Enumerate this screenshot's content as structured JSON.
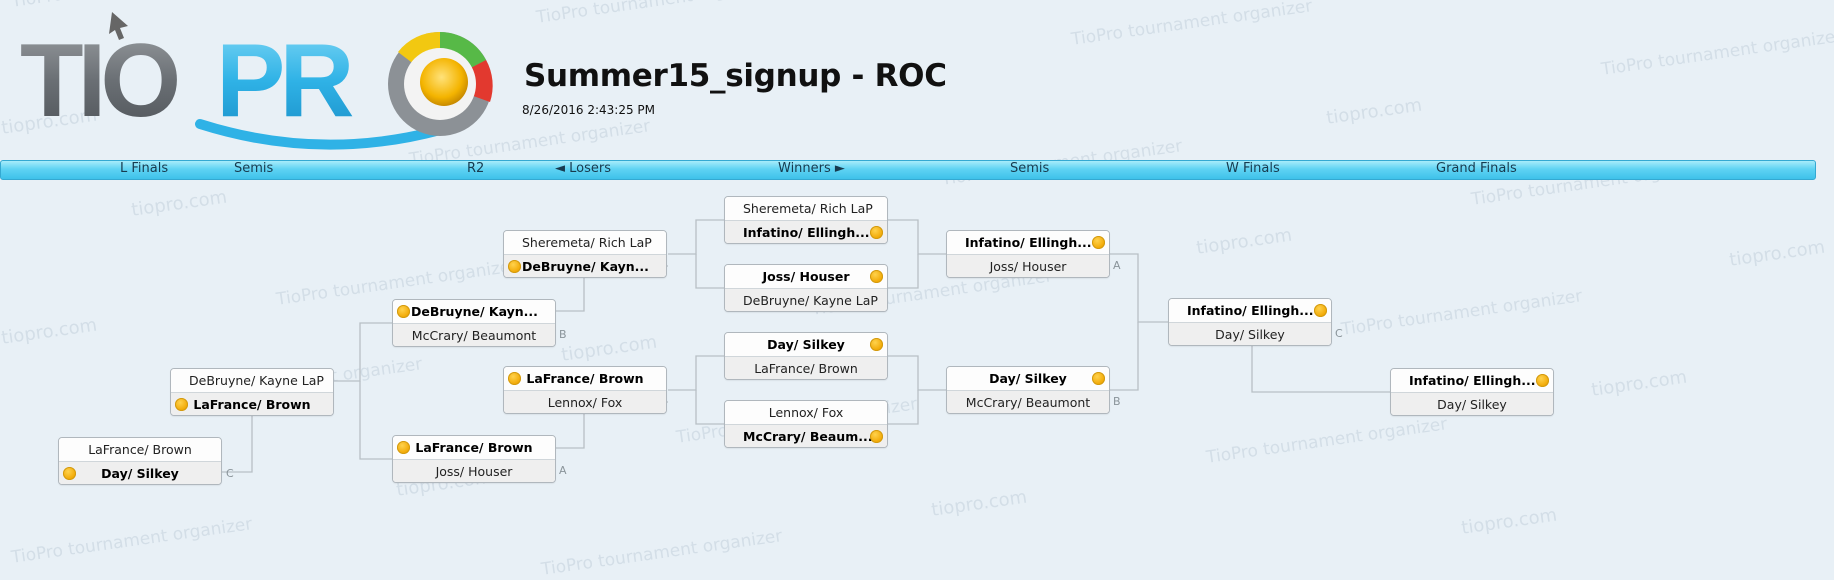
{
  "header": {
    "title": "Summer15_signup - ROC",
    "timestamp": "8/26/2016 2:43:25 PM"
  },
  "logo": {
    "text": "TIOPRO"
  },
  "watermarks": [
    "TioPro tournament organizer",
    "tiopro.com"
  ],
  "rounds": [
    "L Finals",
    "Semis",
    "R2",
    "◄ Losers",
    "Winners ►",
    "Semis",
    "W Finals",
    "Grand Finals"
  ],
  "matches": [
    {
      "id": "m1",
      "p1": "LaFrance/ Brown",
      "p2": "Day/ Silkey",
      "winner": 2,
      "tag": "C"
    },
    {
      "id": "m2",
      "p1": "DeBruyne/ Kayne LaP",
      "p2": "LaFrance/ Brown",
      "winner": 2,
      "tag": ""
    },
    {
      "id": "m3",
      "p1": "DeBruyne/  Kayn...",
      "p2": "McCrary/ Beaumont",
      "winner": 1,
      "tag": "B"
    },
    {
      "id": "m4",
      "p1": "LaFrance/ Brown",
      "p2": "Joss/ Houser",
      "winner": 1,
      "tag": "A"
    },
    {
      "id": "m5",
      "p1": "Sheremeta/ Rich LaP",
      "p2": "DeBruyne/  Kayn...",
      "winner": 2,
      "tag": ""
    },
    {
      "id": "m6",
      "p1": "LaFrance/ Brown",
      "p2": "Lennox/ Fox",
      "winner": 1,
      "tag": ""
    },
    {
      "id": "m7",
      "p1": "Sheremeta/ Rich LaP",
      "p2": "Infatino/ Ellingh...",
      "winner": 2,
      "tag": ""
    },
    {
      "id": "m8",
      "p1": "Joss/ Houser",
      "p2": "DeBruyne/ Kayne LaP",
      "winner": 1,
      "tag": ""
    },
    {
      "id": "m9",
      "p1": "Day/ Silkey",
      "p2": "LaFrance/ Brown",
      "winner": 1,
      "tag": ""
    },
    {
      "id": "m10",
      "p1": "Lennox/ Fox",
      "p2": "McCrary/ Beaum...",
      "winner": 2,
      "tag": ""
    },
    {
      "id": "m11",
      "p1": "Infatino/ Ellingh...",
      "p2": "Joss/ Houser",
      "winner": 1,
      "tag": "A"
    },
    {
      "id": "m12",
      "p1": "Day/ Silkey",
      "p2": "McCrary/ Beaumont",
      "winner": 1,
      "tag": "B"
    },
    {
      "id": "m13",
      "p1": "Infatino/ Ellingh...",
      "p2": "Day/ Silkey",
      "winner": 1,
      "tag": "C"
    },
    {
      "id": "m14",
      "p1": "Infatino/ Ellingh...",
      "p2": "Day/ Silkey",
      "winner": 1,
      "tag": ""
    }
  ],
  "colors": {
    "roundbar": "#5fd3f3",
    "winner_dot": "#f0a600",
    "connector": "#b5bcc2"
  }
}
